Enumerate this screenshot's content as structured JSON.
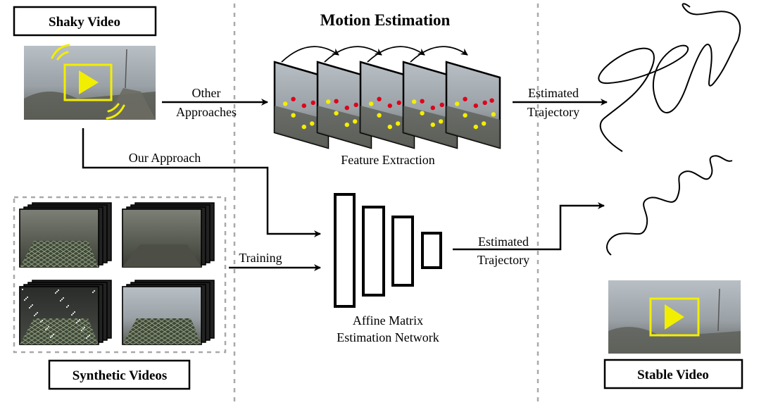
{
  "labels": {
    "shaky_video": "Shaky Video",
    "motion_estimation": "Motion Estimation",
    "other": "Other",
    "approaches": "Approaches",
    "feature_extraction": "Feature Extraction",
    "estimated_top": "Estimated",
    "trajectory_top": "Trajectory",
    "our_approach": "Our Approach",
    "training": "Training",
    "affine_line1": "Affine Matrix",
    "affine_line2": "Estimation Network",
    "estimated_bottom": "Estimated",
    "trajectory_bottom": "Trajectory",
    "synthetic_videos": "Synthetic Videos",
    "stable_video": "Stable Video"
  },
  "colors": {
    "play_icon": "#f2ee00",
    "feature_point_red": "#e0001a",
    "feature_point_yellow": "#f4ee00",
    "foggy_sky": "#a9b0b6",
    "road_dark": "#56574f"
  },
  "icons": {
    "shaky_play": "play-icon",
    "stable_play": "play-icon"
  }
}
